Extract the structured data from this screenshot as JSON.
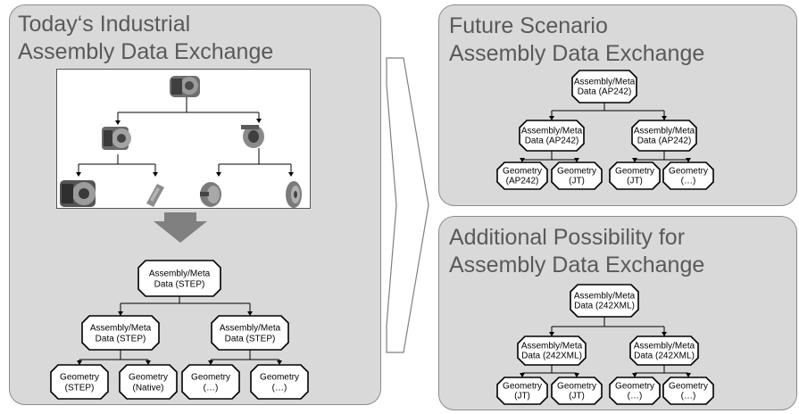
{
  "panels": {
    "left": {
      "title_line1": "Today‘s Industrial",
      "title_line2": "Assembly Data Exchange"
    },
    "top_right": {
      "title_line1": "Future Scenario",
      "title_line2": "Assembly Data Exchange"
    },
    "bottom_right": {
      "title_line1": "Additional Possibility for",
      "title_line2": "Assembly Data Exchange"
    }
  },
  "trees": {
    "left": {
      "root": [
        "Assembly/Meta",
        "Data (STEP)"
      ],
      "mid_left": [
        "Assembly/Meta",
        "Data (STEP)"
      ],
      "mid_right": [
        "Assembly/Meta",
        "Data (STEP)"
      ],
      "leaf1": [
        "Geometry",
        "(STEP)"
      ],
      "leaf2": [
        "Geometry",
        "(Native)"
      ],
      "leaf3": [
        "Geometry",
        "(…)"
      ],
      "leaf4": [
        "Geometry",
        "(…)"
      ]
    },
    "top_right": {
      "root": [
        "Assembly/Meta",
        "Data (AP242)"
      ],
      "mid_left": [
        "Assembly/Meta",
        "Data (AP242)"
      ],
      "mid_right": [
        "Assembly/Meta",
        "Data (AP242)"
      ],
      "leaf1": [
        "Geometry",
        "(AP242)"
      ],
      "leaf2": [
        "Geometry",
        "(JT)"
      ],
      "leaf3": [
        "Geometry",
        "(JT)"
      ],
      "leaf4": [
        "Geometry",
        "(…)"
      ]
    },
    "bottom_right": {
      "root": [
        "Assembly/Meta",
        "Data (242XML)"
      ],
      "mid_left": [
        "Assembly/Meta",
        "Data (242XML)"
      ],
      "mid_right": [
        "Assembly/Meta",
        "Data (242XML)"
      ],
      "leaf1": [
        "Geometry",
        "(JT)"
      ],
      "leaf2": [
        "Geometry",
        "(JT)"
      ],
      "leaf3": [
        "Geometry",
        "(…)"
      ],
      "leaf4": [
        "Geometry",
        "(…)"
      ]
    }
  },
  "colors": {
    "panel_bg": "#d9d9d9",
    "title_text": "#595959",
    "arrow_fill": "#808080"
  },
  "icons": [
    "engine-assembly-icon",
    "engine-block-icon",
    "pulley-assembly-icon",
    "engine-housing-icon",
    "small-part-icon",
    "disc-wheel-icon",
    "flywheel-icon"
  ]
}
